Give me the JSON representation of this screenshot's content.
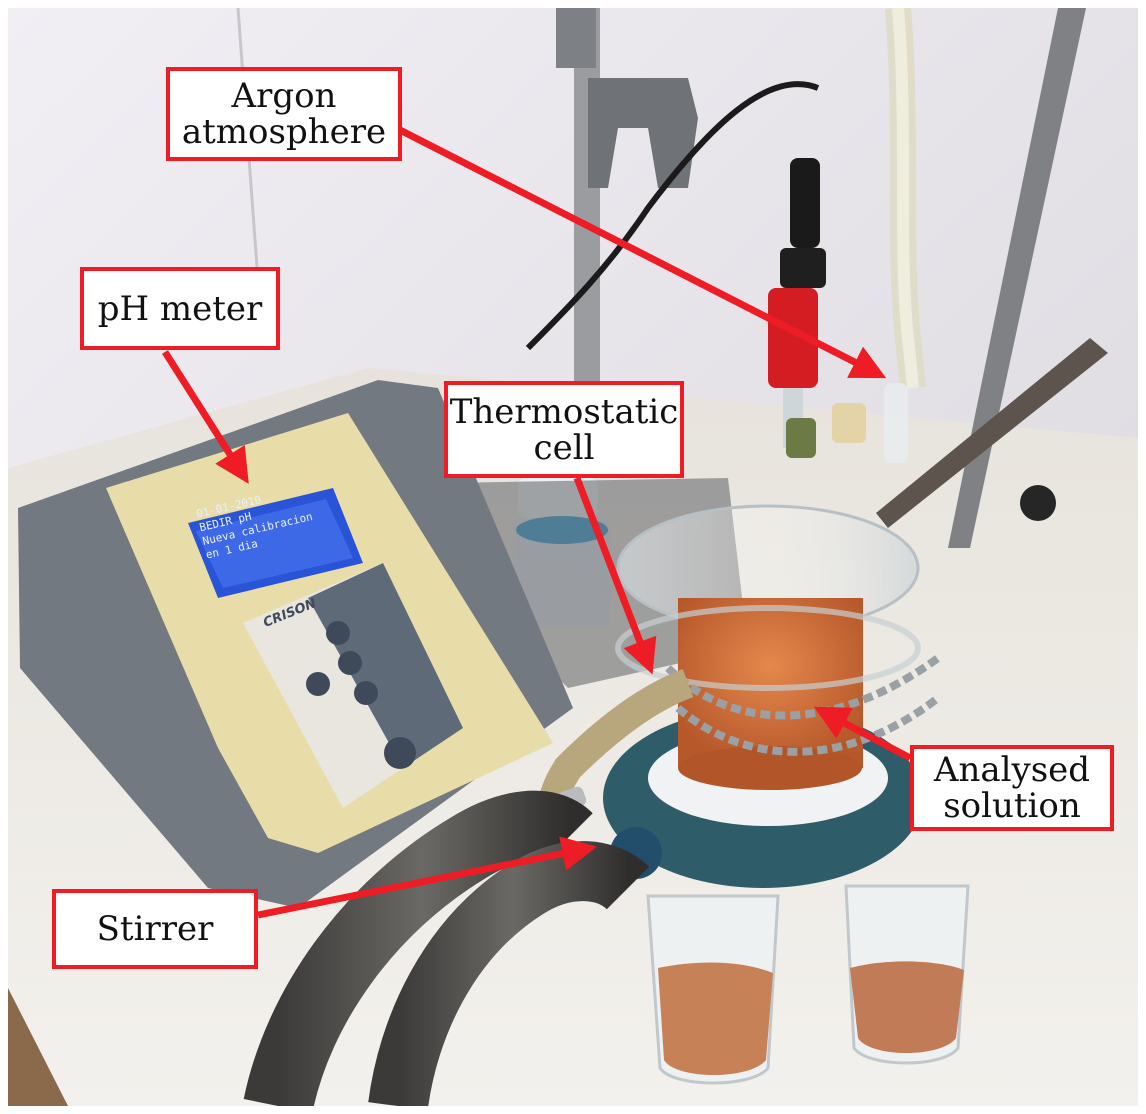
{
  "labels": {
    "argon": "Argon\natmosphere",
    "ph_meter": "pH meter",
    "thermostatic_cell": "Thermostatic\ncell",
    "analysed_solution": "Analysed\nsolution",
    "stirrer": "Stirrer"
  },
  "device_text": {
    "brand": "CRISON",
    "screen_date": "01-01-2010",
    "screen_line_1": "BEDIR pH",
    "screen_line_2": "Nueva calibracion",
    "screen_line_3": "en 1 dia"
  },
  "colors": {
    "callout_border": "#ee1c24",
    "arrow": "#ee1c24"
  }
}
